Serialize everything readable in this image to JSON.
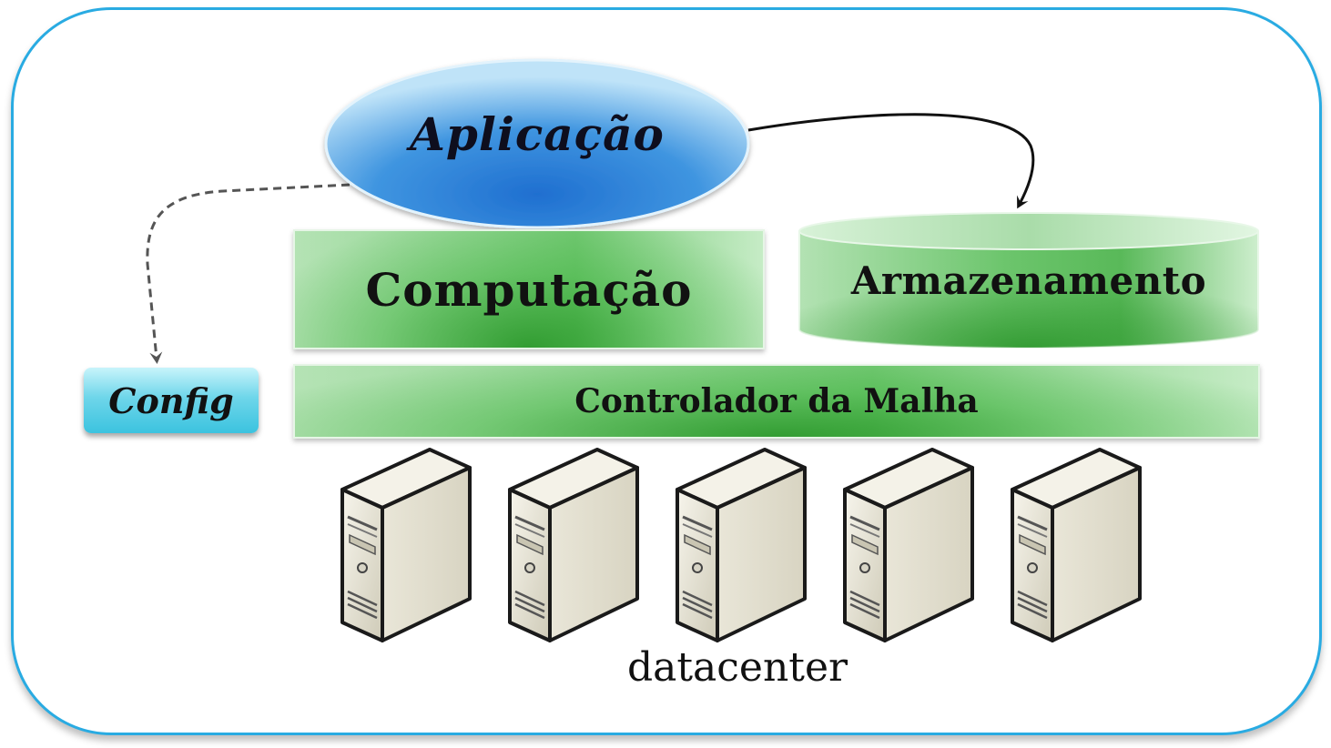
{
  "diagram": {
    "application": "Aplicação",
    "compute": "Computação",
    "storage": "Armazenamento",
    "fabric_controller": "Controlador da Malha",
    "config": "Config",
    "datacenter": "datacenter",
    "server_count": 5
  },
  "colors": {
    "frame_border": "#29abe2",
    "application_fill": "#2f86d6",
    "green_fill": "#5cbf5c",
    "config_fill": "#3bc3df",
    "server_fill": "#ece9dc"
  },
  "icons": {
    "server": "server-tower-icon"
  }
}
